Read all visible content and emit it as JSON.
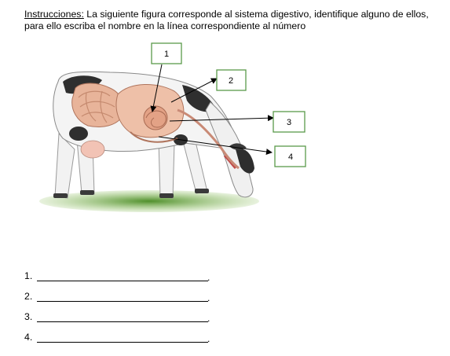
{
  "instructions": {
    "lead": "Instrucciones:",
    "text": " La siguiente figura corresponde al sistema digestivo, identifique alguno de ellos, para ello escriba el nombre en la línea correspondiente al número"
  },
  "figure": {
    "callouts": [
      {
        "label": "1"
      },
      {
        "label": "2"
      },
      {
        "label": "3"
      },
      {
        "label": "4"
      }
    ],
    "callout_border_color": "#5a9a4a"
  },
  "answers": [
    {
      "number": "1.",
      "end": "."
    },
    {
      "number": "2.",
      "end": "."
    },
    {
      "number": "3.",
      "end": "."
    },
    {
      "number": "4.",
      "end": "."
    }
  ]
}
